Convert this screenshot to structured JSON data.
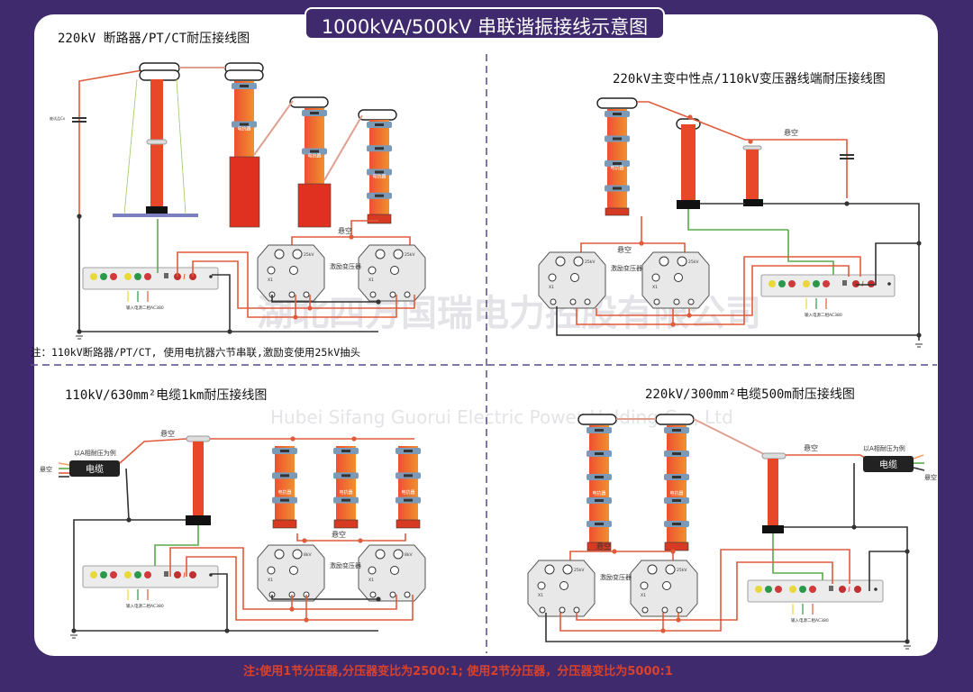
{
  "title": "1000kVA/500kV 串联谐振接线示意图",
  "watermark": {
    "cn": "湖北四方国瑞电力控股有限公司",
    "en": "Hubei Sifang Guorui Electric Power Holding Co., Ltd"
  },
  "diagrams": [
    {
      "title": "220kV 断路器/PT/CT耐压接线图",
      "note": "注：110kV断路器/PT/CT, 使用电抗器六节串联,激励变使用25kV抽头"
    },
    {
      "title": "220kV主变中性点/110kV变压器线端耐压接线图"
    },
    {
      "title": "110kV/630mm²电缆1km耐压接线图"
    },
    {
      "title": "220kV/300mm²电缆500m耐压接线图"
    }
  ],
  "labels": {
    "suspended": "悬空",
    "exciter": "激励变压器",
    "cable": "电缆",
    "phase_a": "以A相耐压为例",
    "tap_25kv": "25kV",
    "tap_8kv": "8kV",
    "x1": "X1",
    "input": "输入电源二相AC380",
    "reactor": "电抗器",
    "capacitor": "被试品Cx"
  },
  "footer_note": "注:使用1节分压器,分压器变比为2500:1; 使用2节分压器，分压器变比为5000:1",
  "colors": {
    "frame": "#402a6e",
    "reactor": "#e8472a",
    "wire_red": "#e05a3c",
    "wire_green": "#5aaa4a",
    "wire_black": "#333333",
    "divider": "#5a4a8a"
  }
}
